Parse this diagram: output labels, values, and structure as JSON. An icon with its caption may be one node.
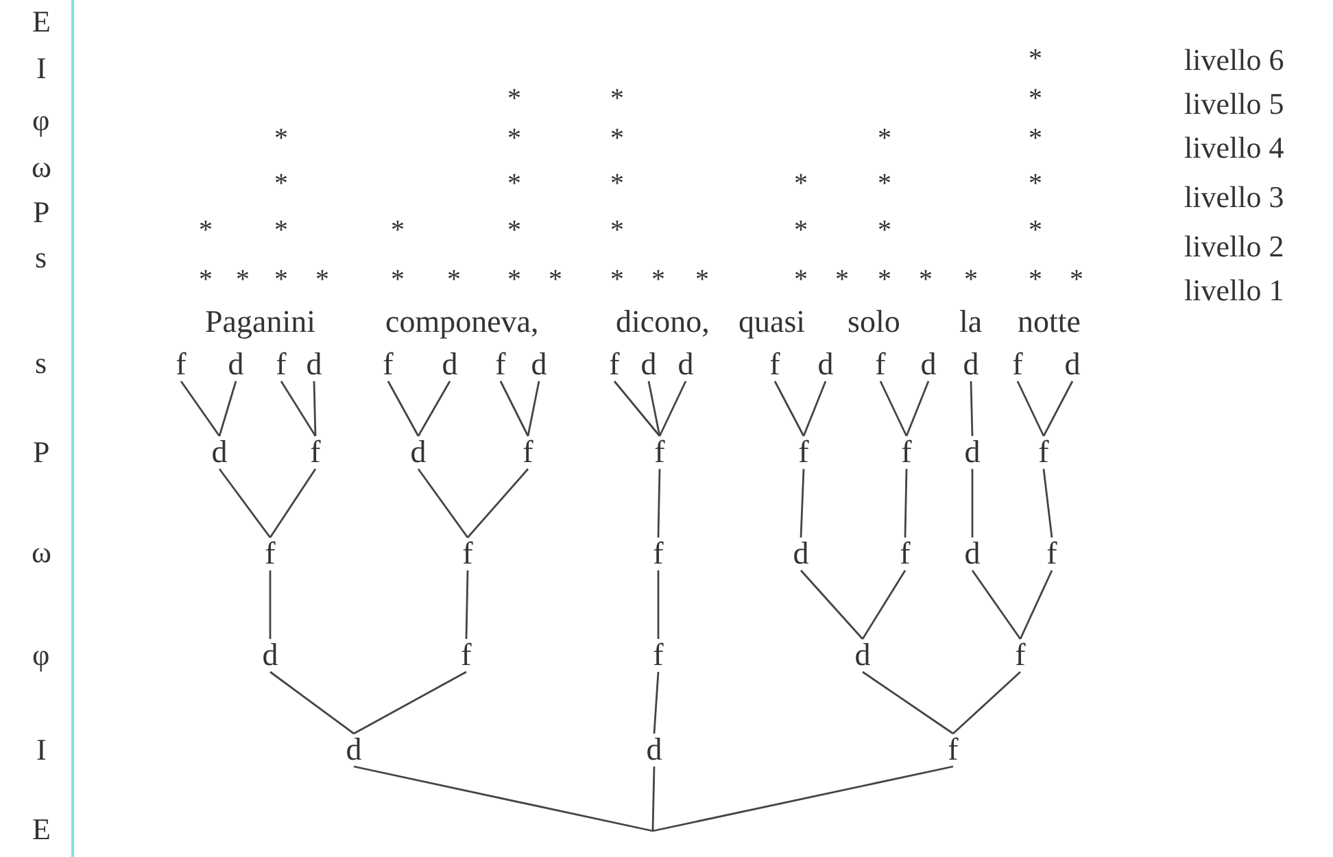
{
  "diagram": {
    "nodes": [
      {
        "text": [
          "f"
        ]
      },
      {
        "text": [
          "d"
        ]
      },
      {
        "text": [
          "f"
        ]
      },
      {
        "text": [
          "d"
        ]
      },
      {
        "text": [
          "f"
        ]
      },
      {
        "text": [
          "d"
        ]
      },
      {
        "text": [
          "f"
        ]
      },
      {
        "text": [
          "d"
        ]
      },
      {
        "text": [
          "f"
        ]
      },
      {
        "text": [
          "d"
        ]
      },
      {
        "text": [
          "d"
        ]
      },
      {
        "text": [
          "f"
        ]
      },
      {
        "text": [
          "d"
        ]
      },
      {
        "text": [
          "f"
        ]
      },
      {
        "text": [
          "d"
        ]
      },
      {
        "text": [
          "d"
        ]
      },
      {
        "text": [
          "f"
        ]
      },
      {
        "text": [
          "d"
        ]
      },
      {
        "text": [
          "d"
        ]
      },
      {
        "text": [
          "f"
        ]
      },
      {
        "text": [
          "d"
        ]
      },
      {
        "text": [
          "f"
        ]
      },
      {
        "text": [
          "f"
        ]
      },
      {
        "text": [
          "f"
        ]
      },
      {
        "text": [
          "f"
        ]
      },
      {
        "text": [
          "d"
        ]
      },
      {
        "text": [
          "f"
        ]
      },
      {
        "text": [
          "f"
        ]
      },
      {
        "text": [
          "f"
        ]
      },
      {
        "text": [
          "f"
        ]
      },
      {
        "text": [
          "d"
        ]
      },
      {
        "text": [
          "f"
        ]
      },
      {
        "text": [
          "d"
        ]
      },
      {
        "text": [
          "f"
        ]
      },
      {
        "text": [
          "d"
        ]
      },
      {
        "text": [
          "f"
        ]
      },
      {
        "text": [
          "f"
        ]
      },
      {
        "text": [
          "d"
        ]
      },
      {
        "text": [
          "f"
        ]
      },
      {
        "text": [
          "d"
        ]
      },
      {
        "text": [
          "d"
        ]
      },
      {
        "text": [
          "f"
        ]
      }
    ],
    "edges": [
      {
        "from": 0,
        "to": 18,
        "arrow": "none"
      },
      {
        "from": 1,
        "to": 18,
        "arrow": "none"
      },
      {
        "from": 2,
        "to": 19,
        "arrow": "none"
      },
      {
        "from": 3,
        "to": 19,
        "arrow": "none"
      },
      {
        "from": 4,
        "to": 20,
        "arrow": "none"
      },
      {
        "from": 5,
        "to": 20,
        "arrow": "none"
      },
      {
        "from": 6,
        "to": 21,
        "arrow": "none"
      },
      {
        "from": 7,
        "to": 21,
        "arrow": "none"
      },
      {
        "from": 8,
        "to": 22,
        "arrow": "none"
      },
      {
        "from": 9,
        "to": 22,
        "arrow": "none"
      },
      {
        "from": 10,
        "to": 22,
        "arrow": "none"
      },
      {
        "from": 11,
        "to": 23,
        "arrow": "none"
      },
      {
        "from": 12,
        "to": 23,
        "arrow": "none"
      },
      {
        "from": 13,
        "to": 24,
        "arrow": "none"
      },
      {
        "from": 14,
        "to": 24,
        "arrow": "none"
      },
      {
        "from": 15,
        "to": 25,
        "arrow": "none"
      },
      {
        "from": 16,
        "to": 26,
        "arrow": "none"
      },
      {
        "from": 17,
        "to": 26,
        "arrow": "none"
      },
      {
        "from": 18,
        "to": 27,
        "arrow": "none"
      },
      {
        "from": 19,
        "to": 27,
        "arrow": "none"
      },
      {
        "from": 20,
        "to": 28,
        "arrow": "none"
      },
      {
        "from": 21,
        "to": 28,
        "arrow": "none"
      },
      {
        "from": 22,
        "to": 29,
        "arrow": "none"
      },
      {
        "from": 23,
        "to": 30,
        "arrow": "none"
      },
      {
        "from": 24,
        "to": 31,
        "arrow": "none"
      },
      {
        "from": 25,
        "to": 32,
        "arrow": "none"
      },
      {
        "from": 26,
        "to": 33,
        "arrow": "none"
      },
      {
        "from": 27,
        "to": 34,
        "arrow": "none"
      },
      {
        "from": 28,
        "to": 35,
        "arrow": "none"
      },
      {
        "from": 29,
        "to": 36,
        "arrow": "none"
      },
      {
        "from": 30,
        "to": 37,
        "arrow": "none"
      },
      {
        "from": 31,
        "to": 37,
        "arrow": "none"
      },
      {
        "from": 32,
        "to": 38,
        "arrow": "none"
      },
      {
        "from": 33,
        "to": 38,
        "arrow": "none"
      },
      {
        "from": 34,
        "to": 39,
        "arrow": "none"
      },
      {
        "from": 35,
        "to": 39,
        "arrow": "none"
      },
      {
        "from": 36,
        "to": 40,
        "arrow": "none"
      },
      {
        "from": 37,
        "to": 41,
        "arrow": "none"
      },
      {
        "from": 38,
        "to": 41,
        "arrow": "none"
      },
      {
        "from": 39,
        "to": null,
        "arrow": "none"
      },
      {
        "from": 40,
        "to": null,
        "arrow": "none"
      },
      {
        "from": 41,
        "to": null,
        "arrow": "none"
      }
    ],
    "labels": [
      "E",
      "I",
      "φ",
      "ω",
      "P",
      "s",
      "s",
      "P",
      "ω",
      "φ",
      "I",
      "E",
      "*",
      "livello 6",
      "*",
      "*",
      "*",
      "livello 5",
      "*",
      "*",
      "*",
      "*",
      "*",
      "livello 4",
      "*",
      "*",
      "*",
      "*",
      "*",
      "*",
      "livello 3",
      "*",
      "*",
      "*",
      "*",
      "*",
      "*",
      "*",
      "*",
      "livello 2",
      "*",
      "*",
      "*",
      "*",
      "*",
      "*",
      "*",
      "*",
      "*",
      "*",
      "*",
      "*",
      "*",
      "*",
      "*",
      "*",
      "*",
      "*",
      "livello 1",
      "Paganini",
      "componeva,",
      "dicono,",
      "quasi",
      "solo",
      "la",
      "notte"
    ]
  }
}
